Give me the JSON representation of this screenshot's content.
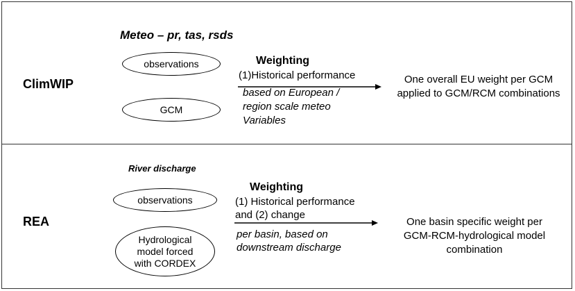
{
  "climwip": {
    "label": "ClimWIP",
    "variables": "Meteo – pr, tas, rsds",
    "ellipse_1": "observations",
    "ellipse_2": "GCM",
    "weighting_title": "Weighting",
    "criterion": "(1)Historical performance",
    "basis_lines": [
      "based on European /",
      "region scale meteo",
      "Variables"
    ],
    "result_lines": [
      "One overall EU weight per GCM",
      "applied to GCM/RCM combinations"
    ]
  },
  "rea": {
    "label": "REA",
    "variables": "River discharge",
    "ellipse_1": "observations",
    "ellipse_2_lines": [
      "Hydrological",
      "model forced",
      "with CORDEX"
    ],
    "weighting_title": "Weighting",
    "criterion_lines": [
      "(1) Historical performance",
      "and (2) change"
    ],
    "basis_lines": [
      "per basin, based on",
      "downstream discharge"
    ],
    "result_lines": [
      "One basin specific weight per",
      "GCM-RCM-hydrological model",
      "combination"
    ]
  }
}
